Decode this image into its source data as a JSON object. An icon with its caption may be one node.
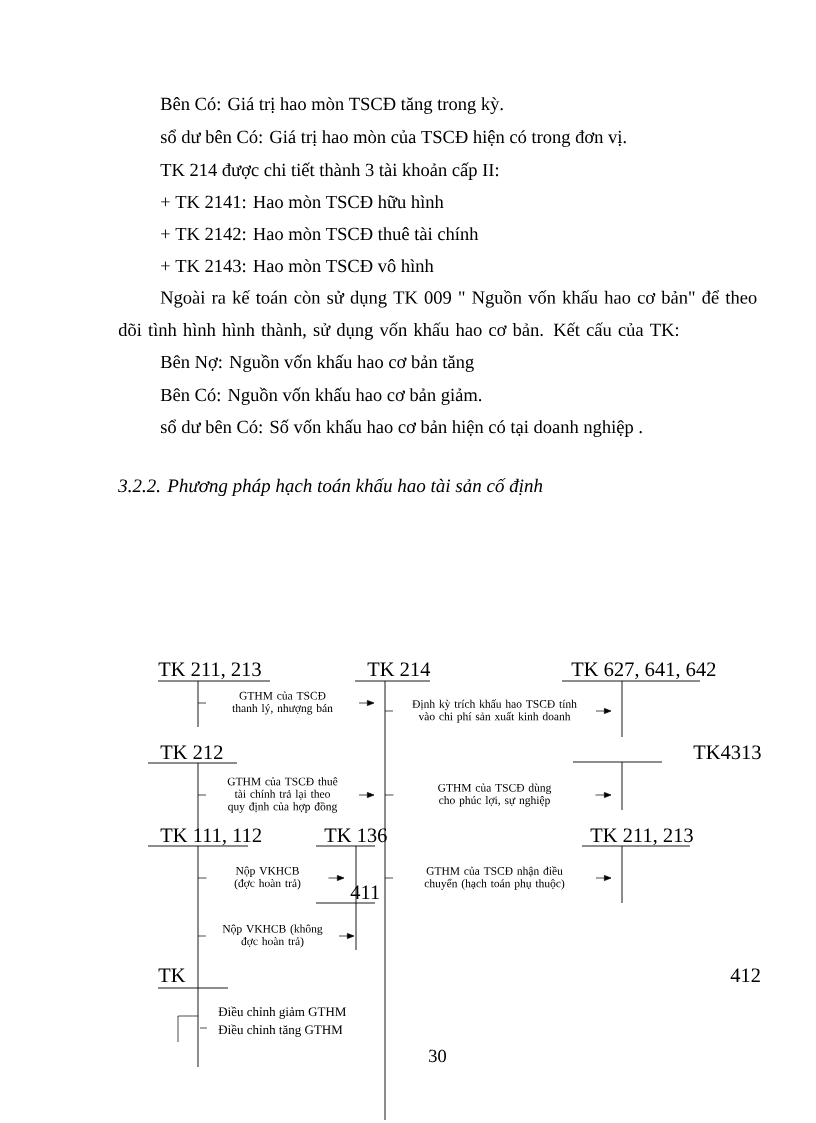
{
  "diagram": {
    "title": "3.2.2. Phương pháp hạch toán khấu hao tài sản cố định",
    "nodes": [
      {
        "text": [
          "TK 211, 213"
        ]
      },
      {
        "text": [
          "TK 214"
        ]
      },
      {
        "text": [
          "TK 627, 641, 642"
        ]
      },
      {
        "text": [
          "TK 212"
        ]
      },
      {
        "text": [
          "TK4313"
        ]
      },
      {
        "text": [
          "TK 111, 112"
        ]
      },
      {
        "text": [
          "TK 136"
        ]
      },
      {
        "text": [
          "411"
        ]
      },
      {
        "text": [
          "TK 211, 213"
        ]
      },
      {
        "text": [
          "TK"
        ]
      }
    ],
    "edges": [
      {
        "from": 0,
        "to": 1,
        "arrow": "to",
        "label": "GTHM của TSCĐ thanh lý, nhượng bán"
      },
      {
        "from": 1,
        "to": 2,
        "arrow": "to",
        "label": "Định kỳ trích khấu hao TSCĐ tính vào chi phí sản xuất kinh doanh"
      },
      {
        "from": 3,
        "to": 1,
        "arrow": "to",
        "label": "GTHM của TSCĐ thuê tài chính trả lại theo quy định của hợp đồng"
      },
      {
        "from": 1,
        "to": 4,
        "arrow": "to",
        "label": "GTHM của TSCĐ dùng cho phúc lợi, sự nghiệp"
      },
      {
        "from": 5,
        "to": 6,
        "arrow": "to",
        "label": "Nộp VKHCB (đợc hoàn trả)"
      },
      {
        "from": 5,
        "to": 7,
        "arrow": "to",
        "label": "Nộp VKHCB (không đợc hoàn trả)"
      },
      {
        "from": 1,
        "to": 8,
        "arrow": "to",
        "label": "GTHM của TSCĐ nhận điều chuyển (hạch toán phụ thuộc)"
      }
    ],
    "labels": [
      "Bên Có: Giá trị hao mòn TSCĐ tăng trong kỳ.",
      "sổ dư bên Có: Giá trị hao mòn của TSCĐ hiện có trong đơn vị.",
      "TK 214 được chi tiết thành 3 tài khoản cấp II:",
      "+ TK 2141: Hao mòn TSCĐ hữu hình",
      "+ TK 2142: Hao mòn TSCĐ thuê tài chính",
      "+ TK 2143: Hao mòn TSCĐ vô hình",
      "Ngoài ra kế toán còn sử dụng TK 009 \" Nguồn vốn khấu hao cơ bản\" để theo dõi tình hình hình thành, sử dụng vốn khấu hao cơ bản. Kết cấu của TK:",
      "Bên Nợ: Nguồn vốn khấu hao cơ bản tăng",
      "Bên Có: Nguồn vốn khấu hao cơ bản giảm.",
      "sổ dư bên Có: Số vốn khấu hao cơ bản hiện có tại doanh nghiệp .",
      "412",
      "Điều chỉnh giảm GTHM",
      "Điều chỉnh tăng GTHM",
      "30"
    ]
  }
}
